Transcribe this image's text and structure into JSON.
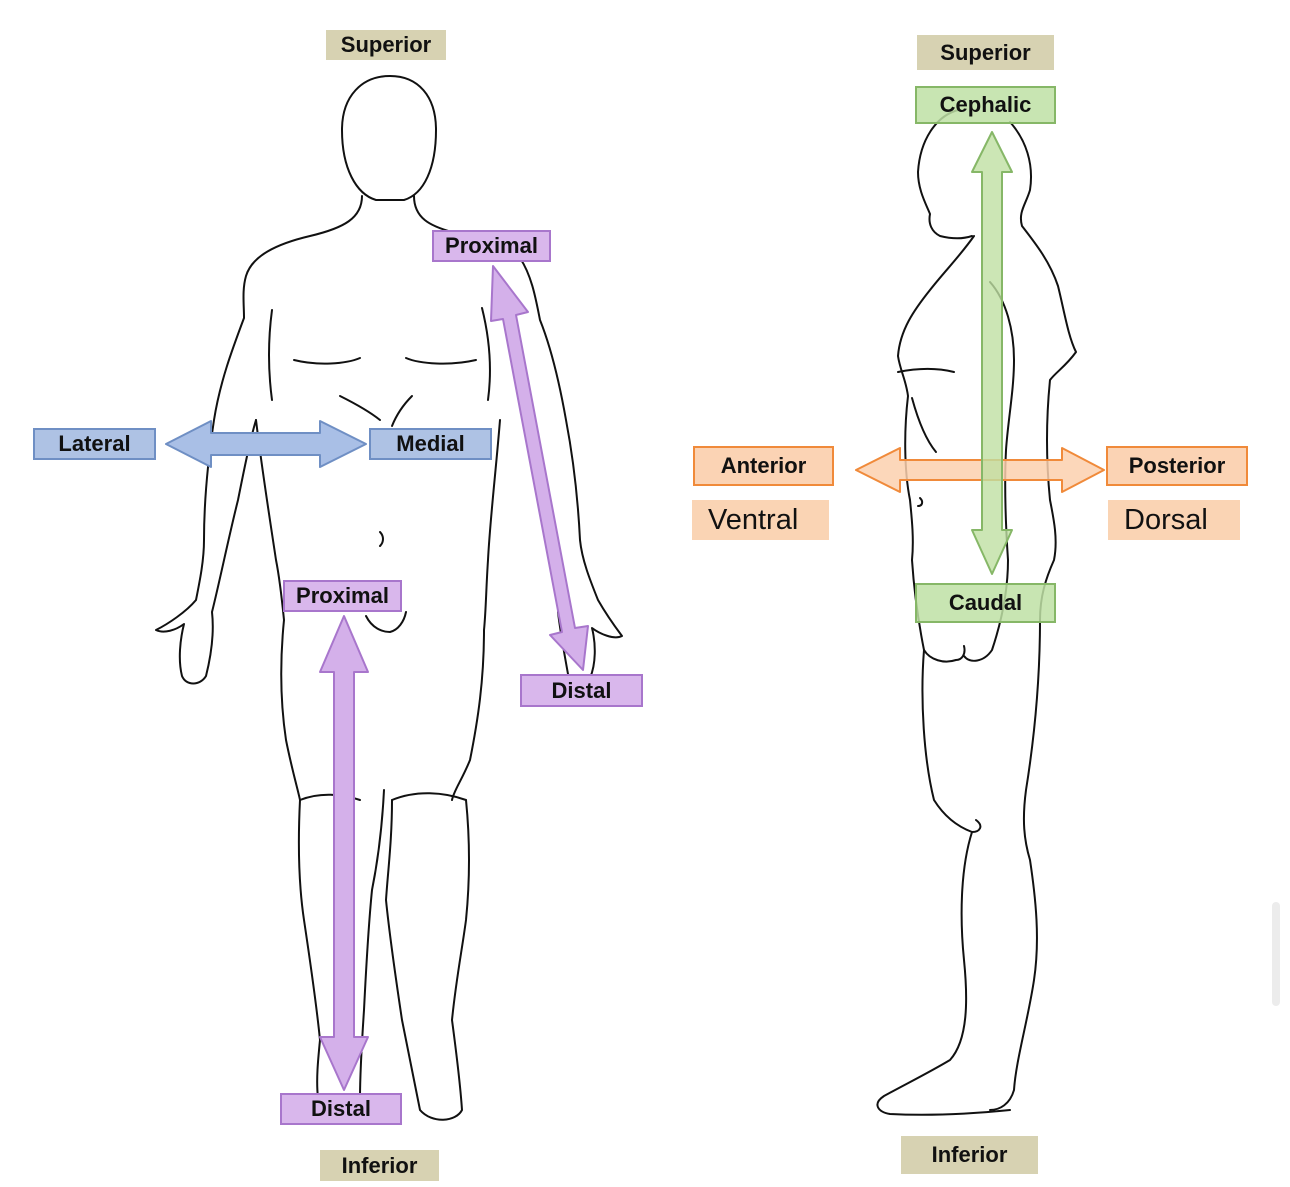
{
  "front_view": {
    "superior": "Superior",
    "inferior": "Inferior",
    "lateral": "Lateral",
    "medial": "Medial",
    "arm_proximal": "Proximal",
    "arm_distal": "Distal",
    "leg_proximal": "Proximal",
    "leg_distal": "Distal"
  },
  "side_view": {
    "superior": "Superior",
    "cephalic": "Cephalic",
    "caudal": "Caudal",
    "inferior": "Inferior",
    "anterior": "Anterior",
    "ventral": "Ventral",
    "posterior": "Posterior",
    "dorsal": "Dorsal"
  },
  "colors": {
    "outline": "#111111",
    "blue_arrow": "#a9bfe6",
    "blue_stroke": "#6f8fc4",
    "purple_arrow": "#d4b0ea",
    "purple_stroke": "#a876cc",
    "green_arrow": "#bfe0a3",
    "green_stroke": "#86b767",
    "orange_arrow": "#fbd0ae",
    "orange_stroke": "#f08a3a",
    "tan_label": "#d7d2b2"
  }
}
